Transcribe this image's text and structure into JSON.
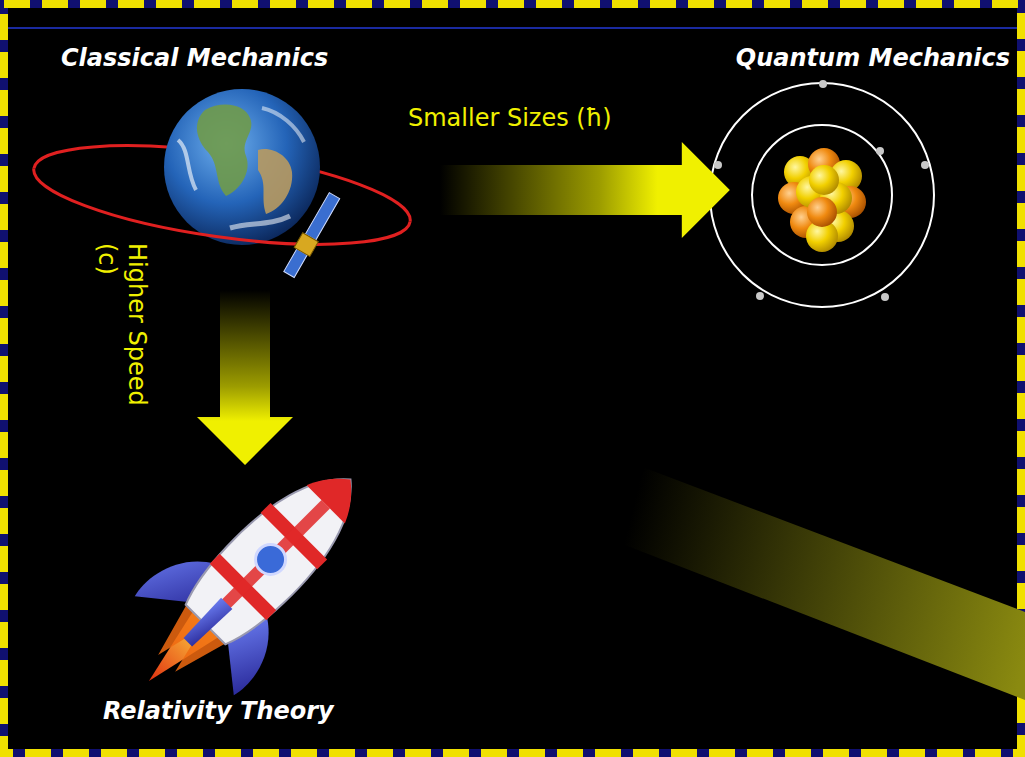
{
  "diagram": {
    "nodes": [
      {
        "text": [
          "Classical Mechanics"
        ]
      },
      {
        "text": [
          "Quantum Mechanics"
        ]
      },
      {
        "text": [
          "Relativity Theory"
        ]
      }
    ],
    "edges": [
      {
        "from": 0,
        "to": 1,
        "arrow": "to",
        "label": "Smaller Sizes (ħ)"
      },
      {
        "from": 0,
        "to": 2,
        "arrow": "to",
        "label": "Higher Speed (c)"
      }
    ]
  }
}
